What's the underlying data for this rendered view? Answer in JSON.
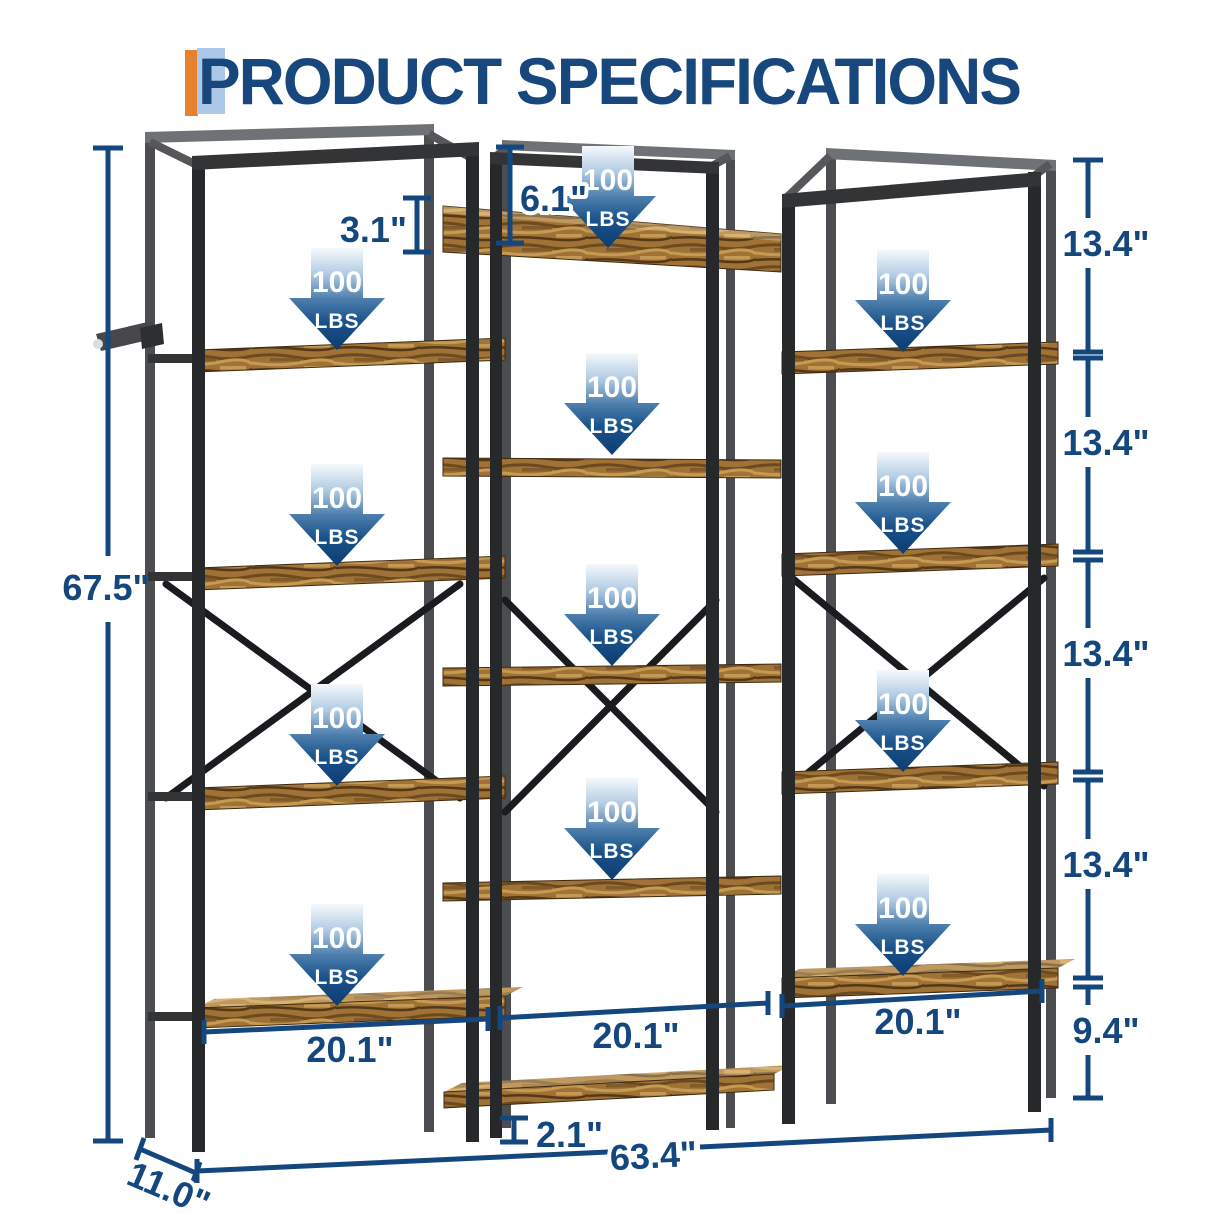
{
  "title": {
    "text": "PRODUCT SPECIFICATIONS"
  },
  "load": {
    "value": "100",
    "unit": "LBS",
    "count": 12
  },
  "dims": {
    "total_height": "67.5\"",
    "gaps": [
      "13.4\"",
      "13.4\"",
      "13.4\"",
      "13.4\""
    ],
    "bottom_gap": "9.4\"",
    "board_thickness": "3.1\"",
    "top_clearance": "6.1\"",
    "bottom_clearance": "2.1\"",
    "section_widths": [
      "20.1\"",
      "20.1\"",
      "20.1\""
    ],
    "total_width": "63.4\"",
    "depth": "11.0\""
  },
  "colors": {
    "accent_navy": "#14477e",
    "title_navy": "#17477d",
    "accent_orange": "#e8812e",
    "accent_lightblue": "#abc8e8",
    "frame_dark": "#27282a",
    "frame_mid": "#55575b",
    "wood_brown": "#a8793c",
    "arrow_deep": "#0d3c72"
  }
}
